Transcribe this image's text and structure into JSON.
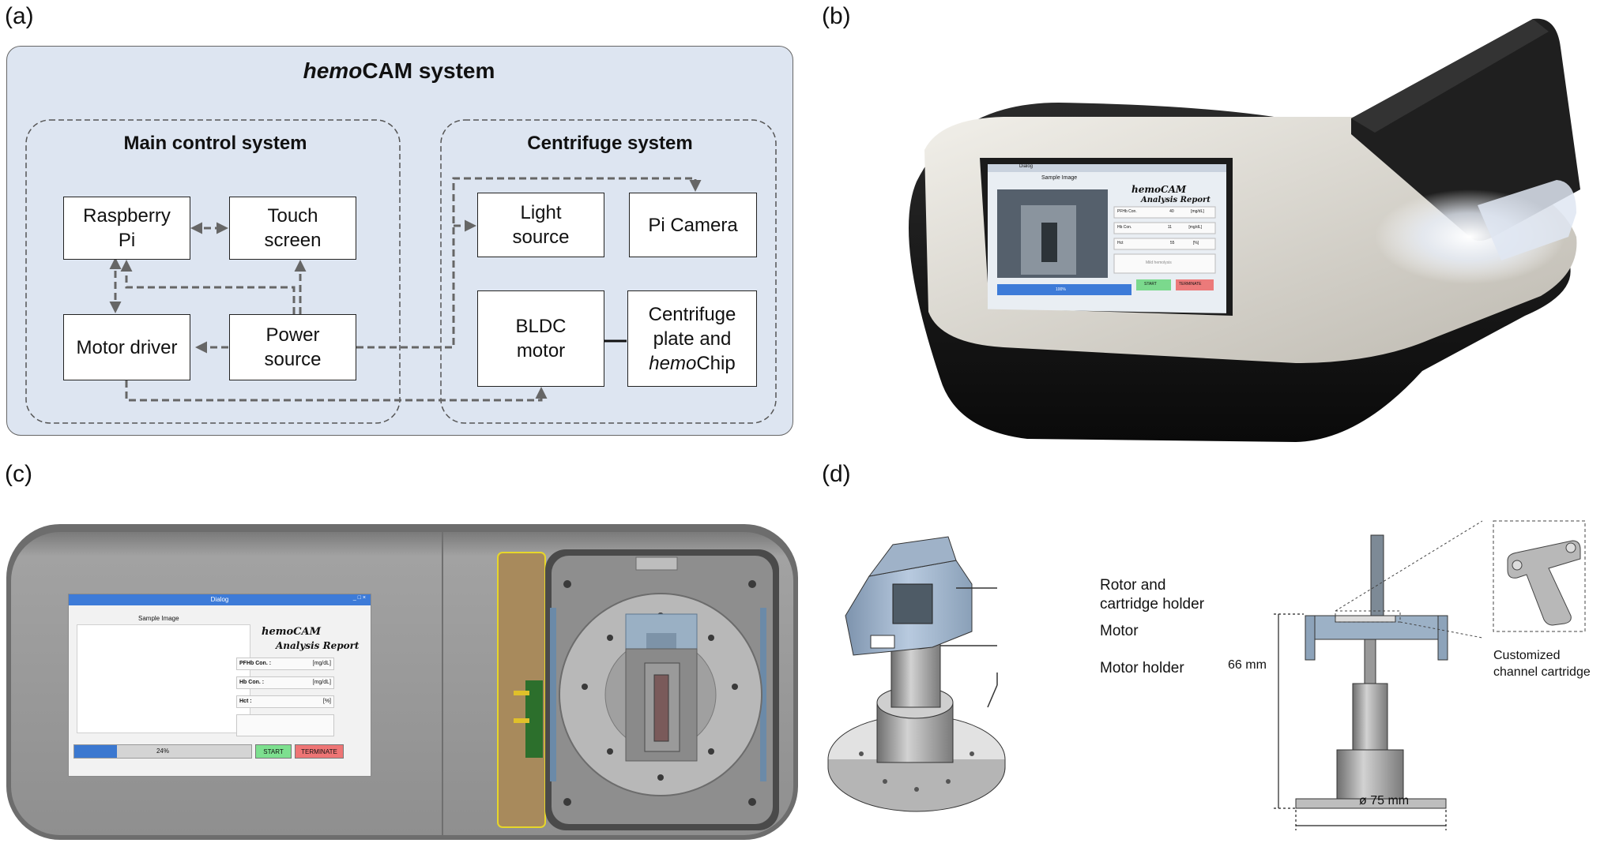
{
  "panel_labels": {
    "a": "(a)",
    "b": "(b)",
    "c": "(c)",
    "d": "(d)"
  },
  "panel_a": {
    "title_italic": "hemo",
    "title_rest": "CAM system",
    "main_control_title": "Main control system",
    "centrifuge_title": "Centrifuge system",
    "components": {
      "raspberry_pi": [
        "Raspberry",
        "Pi"
      ],
      "touch_screen": [
        "Touch",
        "screen"
      ],
      "motor_driver": "Motor driver",
      "power_source": [
        "Power",
        "source"
      ],
      "light_source": [
        "Light",
        "source"
      ],
      "pi_camera": "Pi Camera",
      "bldc_motor": [
        "BLDC",
        "motor"
      ],
      "centrifuge_plate": [
        "Centrifuge",
        "plate and"
      ],
      "hemochip_italic": "hemo",
      "hemochip_rest": "Chip"
    },
    "colors": {
      "system_bg": "#dde5f1",
      "arrow": "#666666"
    }
  },
  "panel_b": {
    "screen": {
      "window_title": "Dialog",
      "sample_label": "Sample Image",
      "report_title": "hemoCAM",
      "report_subtitle": "Analysis Report",
      "rows": [
        {
          "label": "PFHb Con.",
          "value": "40",
          "unit": "[mg/dL]"
        },
        {
          "label": "Hb Con.",
          "value": "11",
          "unit": "[mg/dL]"
        },
        {
          "label": "Hct",
          "value": "55",
          "unit": "[%]"
        }
      ],
      "note": "Mild hemolysis",
      "start_label": "START",
      "terminate_label": "TERMINATE",
      "progress_text": "100%"
    }
  },
  "panel_c": {
    "screen": {
      "window_title": "Dialog",
      "window_controls": "_ □ ×",
      "sample_label": "Sample Image",
      "report_title": "hemoCAM",
      "report_subtitle": "Analysis Report",
      "rows": [
        {
          "label": "PFHb Con. :",
          "unit": "[mg/dL]"
        },
        {
          "label": "Hb Con. :",
          "unit": "[mg/dL]"
        },
        {
          "label": "Hct :",
          "unit": "[%]"
        }
      ],
      "progress_text": "24%",
      "progress_value": 0.24,
      "start_label": "START",
      "terminate_label": "TERMINATE"
    }
  },
  "panel_d": {
    "rotor_label": [
      "Rotor and",
      "cartridge holder"
    ],
    "motor_label": "Motor",
    "motor_holder_label": "Motor holder",
    "cartridge_label": [
      "Customized",
      "channel cartridge"
    ],
    "height_label": "66 mm",
    "diameter_label": "ø 75 mm"
  }
}
